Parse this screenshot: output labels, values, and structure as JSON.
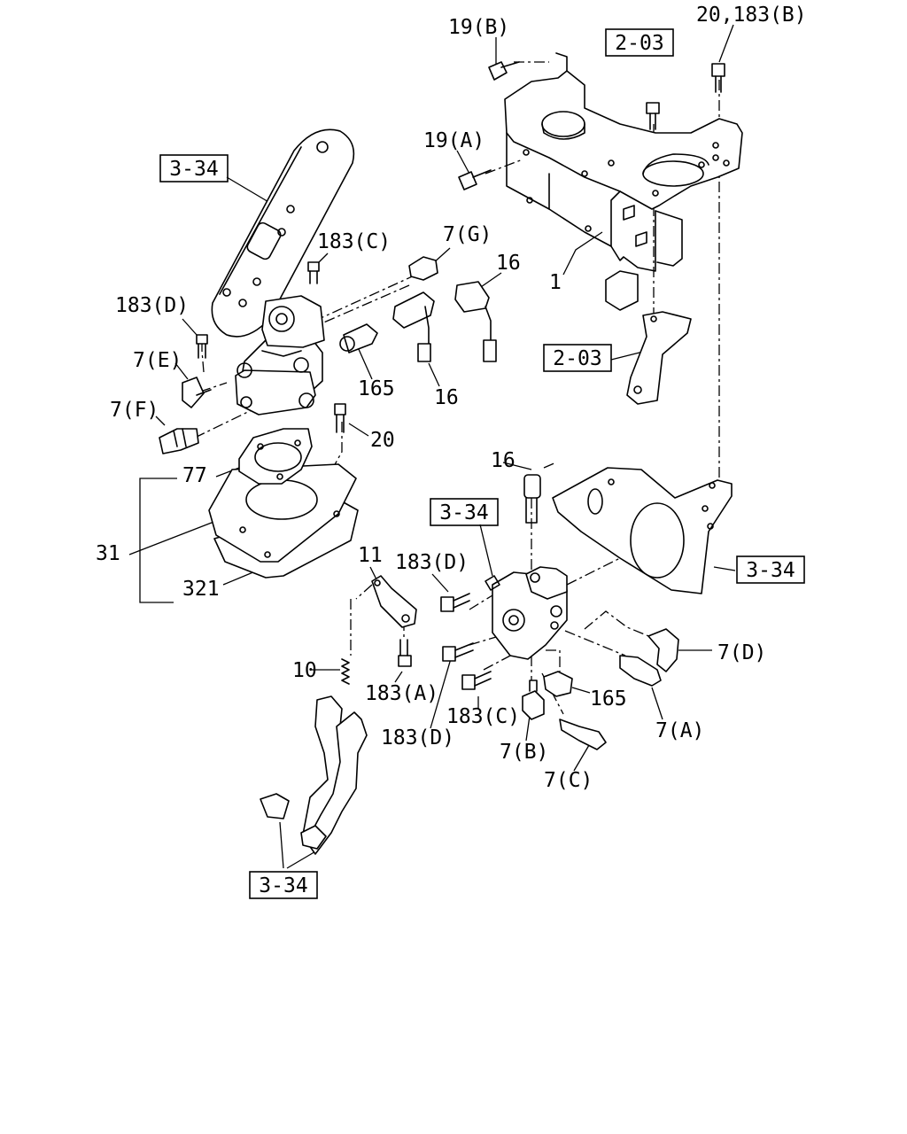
{
  "ref_boxes": [
    "2-03",
    "3-34",
    "2-03",
    "3-34",
    "3-34",
    "3-34"
  ],
  "labels": [
    "19(B)",
    "20,183(B)",
    "19(A)",
    "1",
    "183(C)",
    "7(G)",
    "16",
    "183(D)",
    "7(E)",
    "7(F)",
    "165",
    "16",
    "20",
    "77",
    "31",
    "321",
    "16",
    "11",
    "183(D)",
    "10",
    "183(A)",
    "183(C)",
    "183(D)",
    "7(B)",
    "7(C)",
    "165",
    "7(A)",
    "7(D)"
  ]
}
